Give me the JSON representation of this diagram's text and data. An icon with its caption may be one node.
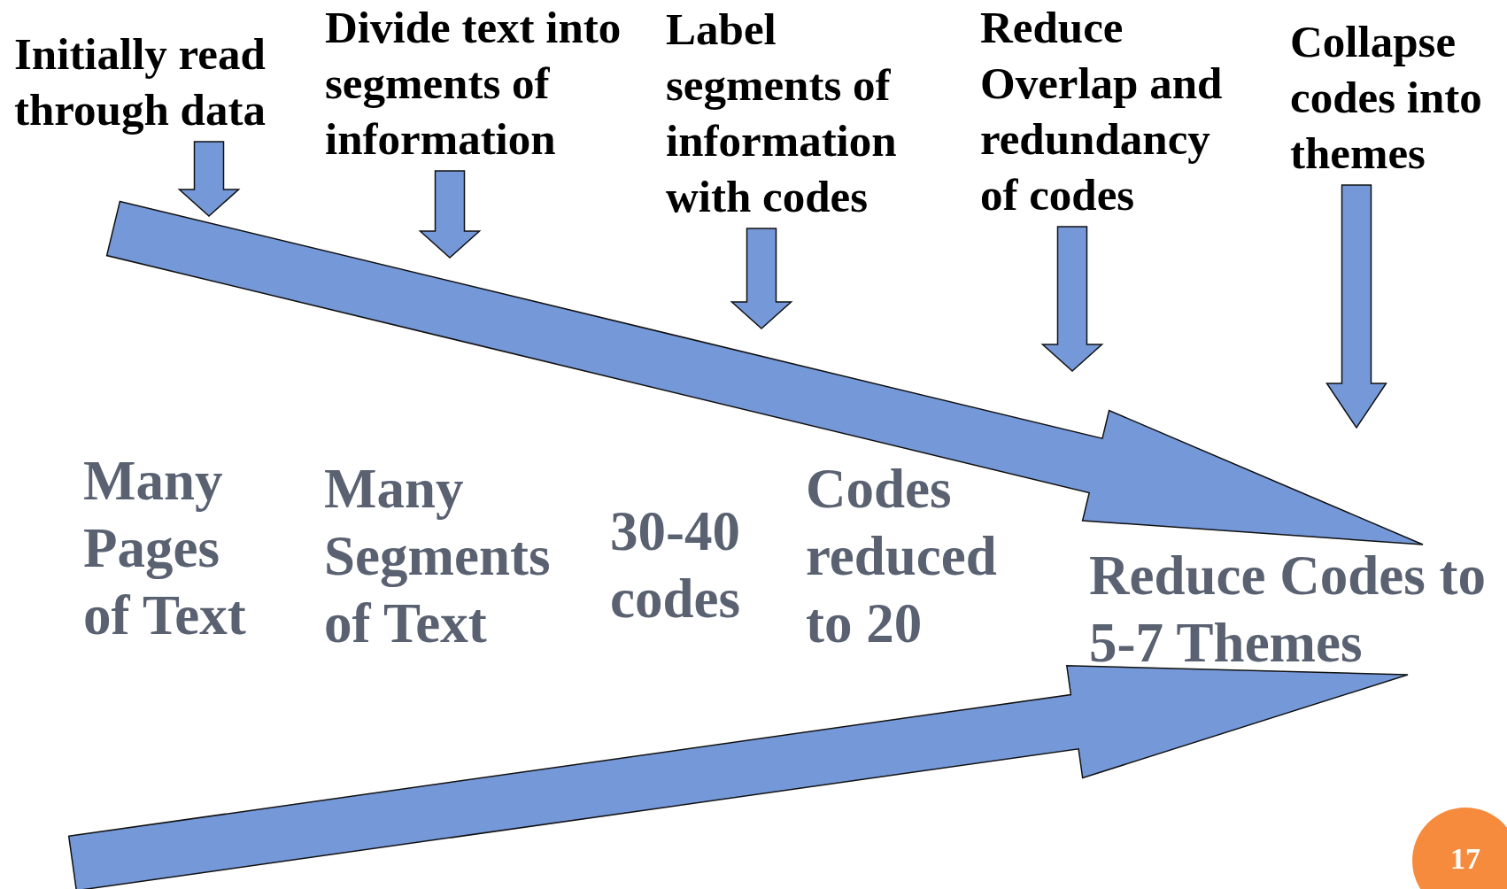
{
  "diagram": {
    "nodes": [
      {
        "text": [
          "Initially read through data"
        ]
      },
      {
        "text": [
          "Divide text into segments of information"
        ]
      },
      {
        "text": [
          "Label segments of information with codes"
        ]
      },
      {
        "text": [
          "Reduce Overlap and redundancy of codes"
        ]
      },
      {
        "text": [
          "Collapse codes into themes"
        ]
      },
      {
        "text": [
          "Many Pages of Text"
        ]
      },
      {
        "text": [
          "Many Segments of Text"
        ]
      },
      {
        "text": [
          "30-40 codes"
        ]
      },
      {
        "text": [
          "Codes reduced to 20"
        ]
      },
      {
        "text": [
          "Reduce Codes to 5-7 Themes"
        ]
      }
    ],
    "edges": [
      {
        "from": 0,
        "to": null,
        "arrow": "to"
      },
      {
        "from": 1,
        "to": null,
        "arrow": "to"
      },
      {
        "from": 2,
        "to": null,
        "arrow": "to"
      },
      {
        "from": 3,
        "to": null,
        "arrow": "to"
      },
      {
        "from": 4,
        "to": null,
        "arrow": "to"
      },
      {
        "from": null,
        "to": 9,
        "arrow": "to"
      },
      {
        "from": null,
        "to": 9,
        "arrow": "to"
      }
    ],
    "labels": [
      "17"
    ]
  }
}
